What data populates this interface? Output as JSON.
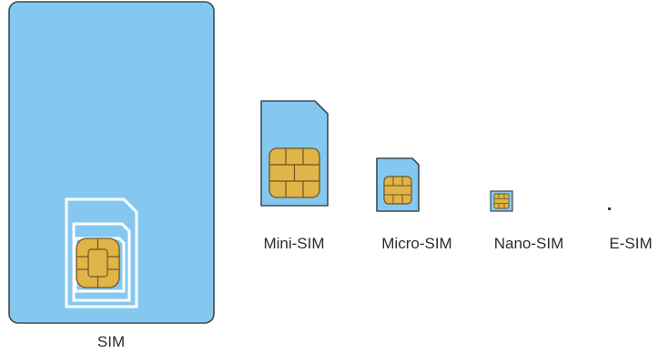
{
  "labels": {
    "sim": "SIM",
    "mini_sim": "Mini-SIM",
    "micro_sim": "Micro-SIM",
    "nano_sim": "Nano-SIM",
    "e_sim": "E-SIM"
  },
  "colors": {
    "card_fill": "#85c8ef",
    "card_stroke": "#3d4a55",
    "chip_fill": "#e0b447",
    "chip_stroke": "#6e5524",
    "cutout_line": "#ffffff",
    "label_text": "#2b2b2b"
  }
}
